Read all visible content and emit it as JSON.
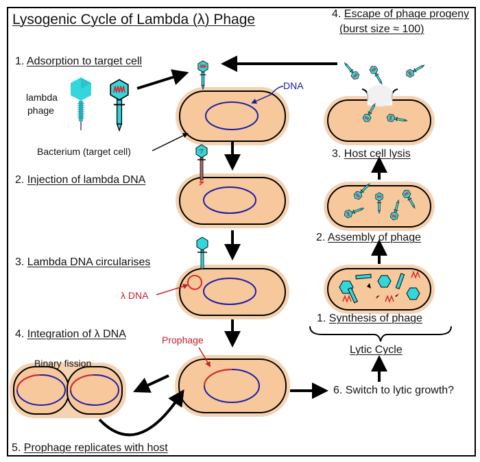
{
  "title": "Lysogenic Cycle of Lambda (λ) Phage",
  "lysogenic_steps": [
    {
      "number": "1.",
      "label": "Adsorption to target cell"
    },
    {
      "number": "2.",
      "label": "Injection of lambda DNA"
    },
    {
      "number": "3.",
      "label": "Lambda DNA circularises"
    },
    {
      "number": "4.",
      "label": "Integration of λ DNA"
    },
    {
      "number": "5.",
      "label": "Prophage replicates with host"
    },
    {
      "number": "6.",
      "label": "Switch to lytic growth?"
    }
  ],
  "lytic_steps": [
    {
      "number": "1.",
      "label": "Synthesis of phage"
    },
    {
      "number": "2.",
      "label": "Assembly of phage"
    },
    {
      "number": "3.",
      "label": "Host cell lysis"
    },
    {
      "number": "4.",
      "label": "Escape of phage progeny",
      "sublabel": "(burst size ≈ 100)"
    }
  ],
  "lytic_cycle_label": "Lytic Cycle",
  "annotations": {
    "lambda_phage": "lambda\nphage",
    "lambda_phage_line1": "lambda",
    "lambda_phage_line2": "phage",
    "bacterium": "Bacterium (target cell)",
    "dna": "DNA",
    "lambda_dna": "λ DNA",
    "prophage": "Prophage",
    "binary_fission": "Binary fission"
  },
  "colors": {
    "cell_fill": "#f7c89b",
    "cell_halo": "#f5d3b2",
    "host_dna": "#1c1ca8",
    "phage_dna": "#d42a2a",
    "phage_body": "#33d6dc",
    "annotation_red": "#c0202a"
  }
}
